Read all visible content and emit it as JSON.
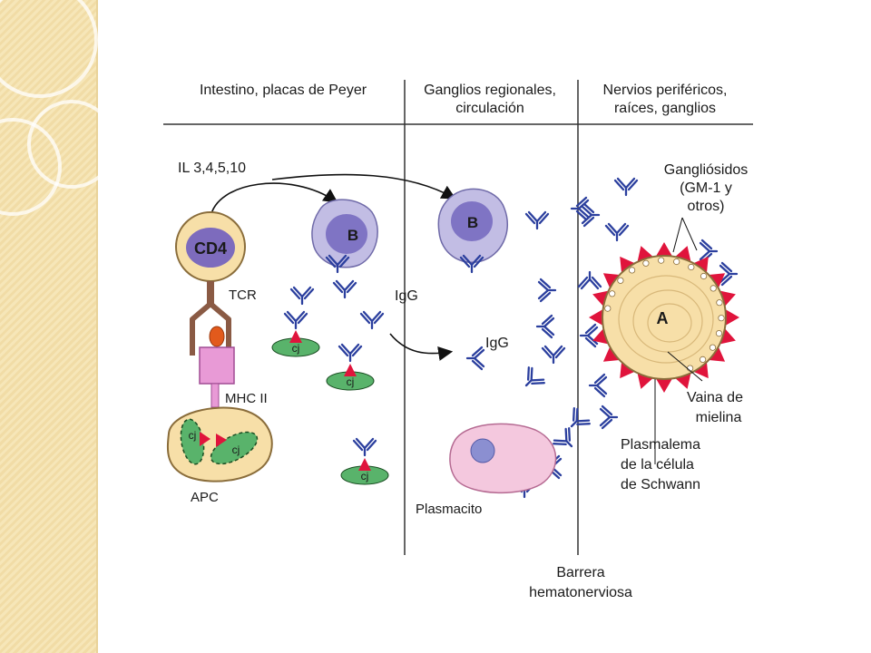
{
  "columns": {
    "col1": "Intestino, placas de Peyer",
    "col2_line1": "Ganglios regionales,",
    "col2_line2": "circulación",
    "col3_line1": "Nervios periféricos,",
    "col3_line2": "raíces, ganglios"
  },
  "labels": {
    "il": "IL 3,4,5,10",
    "cd4": "CD4",
    "b": "B",
    "tcr": "TCR",
    "mhc": "MHC II",
    "apc": "APC",
    "cj": "cj",
    "igg": "IgG",
    "a": "A",
    "gangl_1": "Gangliósidos",
    "gangl_2": "(GM-1 y",
    "gangl_3": "otros)",
    "vaina_1": "Vaina de",
    "vaina_2": "mielina",
    "plasmalema_1": "Plasmalema",
    "plasmalema_2": "de la célula",
    "plasmalema_3": "de Schwann",
    "plasmacito": "Plasmacito",
    "barrera_1": "Barrera",
    "barrera_2": "hematonerviosa"
  },
  "colors": {
    "antibody": "#2b3f9e",
    "b_cell": "#7f74c4",
    "cd4_fill": "#7d6bbd",
    "cell_cream": "#f7dfa8",
    "cj_green": "#59b36b",
    "antigen_red": "#e0143c",
    "mhc_pink": "#e89ad6",
    "tcr_brown": "#8a5a44",
    "plasma_pink": "#f4c8de"
  }
}
